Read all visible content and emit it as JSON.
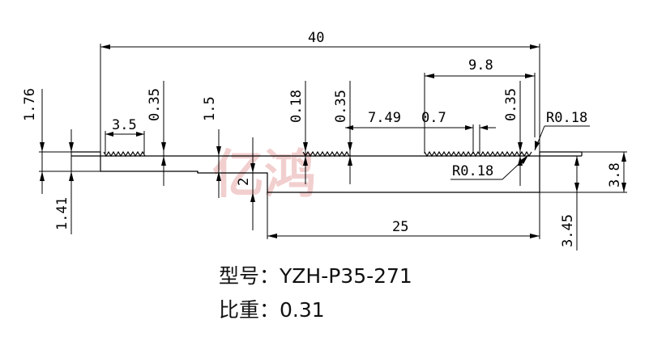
{
  "watermark": {
    "text": "亿鸿",
    "color": "#e8a8a8"
  },
  "dimensions": {
    "overall_width": "40",
    "right_segment": "9.8",
    "left_thickness_top": "1.76",
    "left_thickness_bottom": "1.41",
    "left_groove_width": "3.5",
    "left_groove_depth": "0.35",
    "step_depth": "1.5",
    "mid_groove_depth_a": "0.18",
    "mid_groove_depth_b": "0.35",
    "serration_span": "7.49",
    "serration_pitch": "0.7",
    "right_groove_depth": "0.35",
    "radius_top": "R0.18",
    "radius_bottom": "R0.18",
    "step_height": "2",
    "right_height": "3.8",
    "right_lower": "3.45",
    "bottom_width": "25"
  },
  "captions": {
    "model": "型号：YZH-P35-271",
    "weight": "比重：0.31"
  }
}
